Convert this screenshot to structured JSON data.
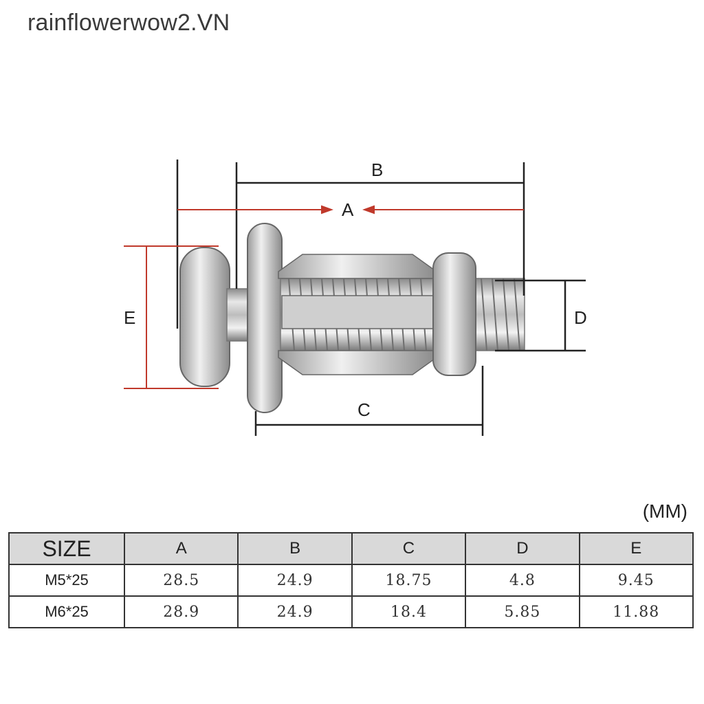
{
  "watermark": "rainflowerwow2.VN",
  "diagram": {
    "labels": {
      "A": "A",
      "B": "B",
      "C": "C",
      "D": "D",
      "E": "E"
    },
    "accent_color": "#c0392b"
  },
  "unit": "(MM)",
  "table": {
    "headers": [
      "SIZE",
      "A",
      "B",
      "C",
      "D",
      "E"
    ],
    "rows": [
      [
        "M5*25",
        "28.5",
        "24.9",
        "18.75",
        "4.8",
        "9.45"
      ],
      [
        "M6*25",
        "28.9",
        "24.9",
        "18.4",
        "5.85",
        "11.88"
      ]
    ]
  }
}
